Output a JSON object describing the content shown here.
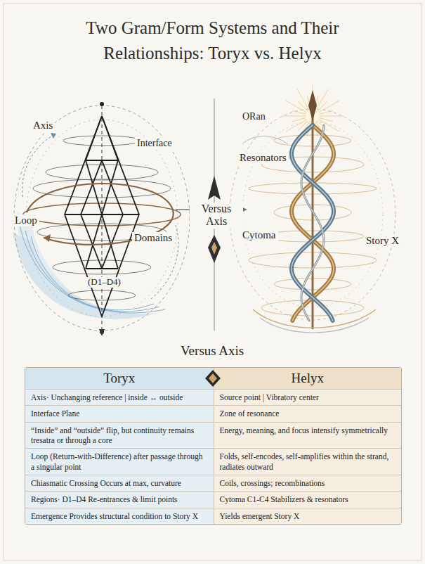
{
  "diagram": {
    "title": "Two Gram/Form Systems and Their Relationships: Toryx vs. Helyx",
    "labels": [
      "Axis",
      "Interface",
      "Loop",
      "Domains",
      "(D1–D4)",
      "Versus Axis",
      "ORan",
      "Resonators",
      "Cytoma",
      "Story X",
      "Versus Axis",
      "Toryx",
      "Helyx",
      "Axis· Unchanging reference | inside ↔ outside",
      "Source point | Vibratory center",
      "Interface Plane",
      "Zone of resonance",
      "“Inside” and “outside” flip, but continuity remains tresatra or through a core",
      "Energy, meaning, and focus intensify symmetrically",
      "Loop (Return-with-Difference) after passage through a singular point",
      "Folds, self-encodes, self-amplifies within the strand, radiates outward",
      "Chiasmatic Crossing Occurs at max, curvature",
      "Coils, crossings; recombinations",
      "Regions· D1–D4 Re-entrances & limit points",
      "Cytoma C1-C4 Stabilizers & resonators",
      "Emergence Provides structural condition to Story X",
      "Yields emergent Story X"
    ]
  }
}
